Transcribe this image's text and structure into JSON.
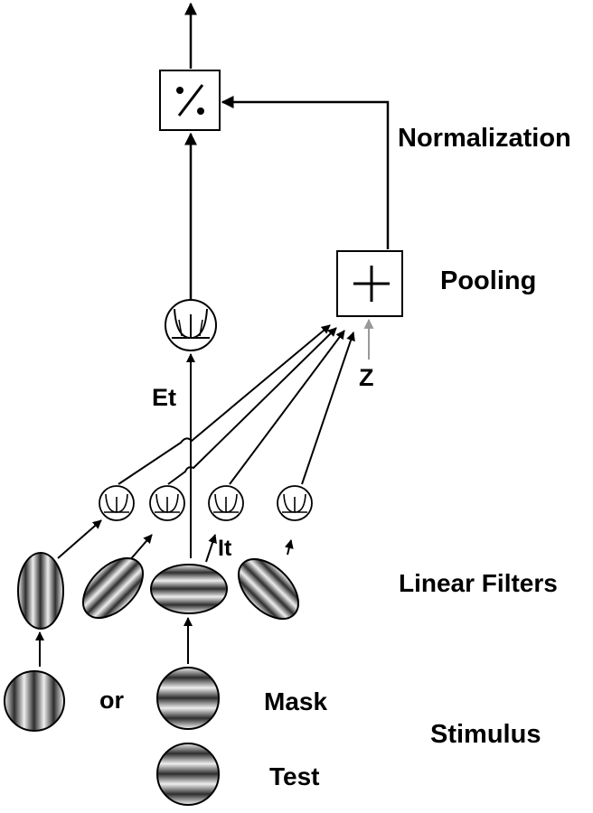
{
  "labels": {
    "normalization": "Normalization",
    "pooling": "Pooling",
    "linear_filters": "Linear Filters",
    "stimulus": "Stimulus",
    "mask": "Mask",
    "test": "Test",
    "or": "or",
    "excitatory": "Et",
    "inhibitory": "It",
    "constant": "Z"
  },
  "operators": {
    "divide": "÷",
    "sum": "+"
  },
  "filters": [
    {
      "orientation": "vertical"
    },
    {
      "orientation": "oblique-left"
    },
    {
      "orientation": "horizontal"
    },
    {
      "orientation": "oblique-right"
    }
  ],
  "stimuli": [
    {
      "name": "vertical-grating"
    },
    {
      "name": "mask-grating"
    },
    {
      "name": "test-grating"
    }
  ],
  "colors": {
    "line": "#000000",
    "z_arrow": "#999999",
    "grating_dark": "#333333",
    "grating_light": "#f2f2f2"
  }
}
